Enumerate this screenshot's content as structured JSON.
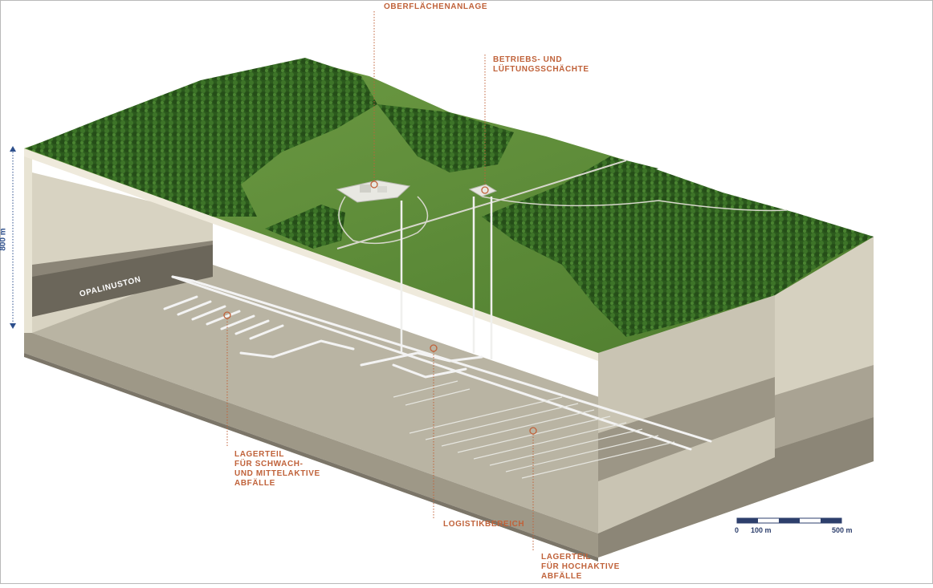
{
  "labels": {
    "oberflaechenanlage": "OBERFLÄCHENANLAGE",
    "schaechte": "BETRIEBS- UND\nLÜFTUNGSSCHÄCHTE",
    "opalinuston": "OPALINUSTON",
    "lager_smw": "LAGERTEIL\nFÜR SCHWACH-\nUND MITTELAKTIVE\nABFÄLLE",
    "logistik": "LOGISTIKBEREICH",
    "lager_haa": "LAGERTEIL\nFÜR HOCHAKTIVE\nABFÄLLE"
  },
  "depth": {
    "label": "800 m"
  },
  "scale": {
    "zero": "0",
    "mid": "100 m",
    "max": "500 m"
  },
  "colors": {
    "callout": "#c0623a",
    "depth_axis": "#2d4f8c",
    "forest": "#2f5a1f",
    "meadow": "#5f8f3a",
    "rock_light": "#e9e5d6",
    "rock_mid": "#bdb8a8",
    "rock_dark": "#8e897b",
    "tunnel": "#f3f3f3"
  }
}
